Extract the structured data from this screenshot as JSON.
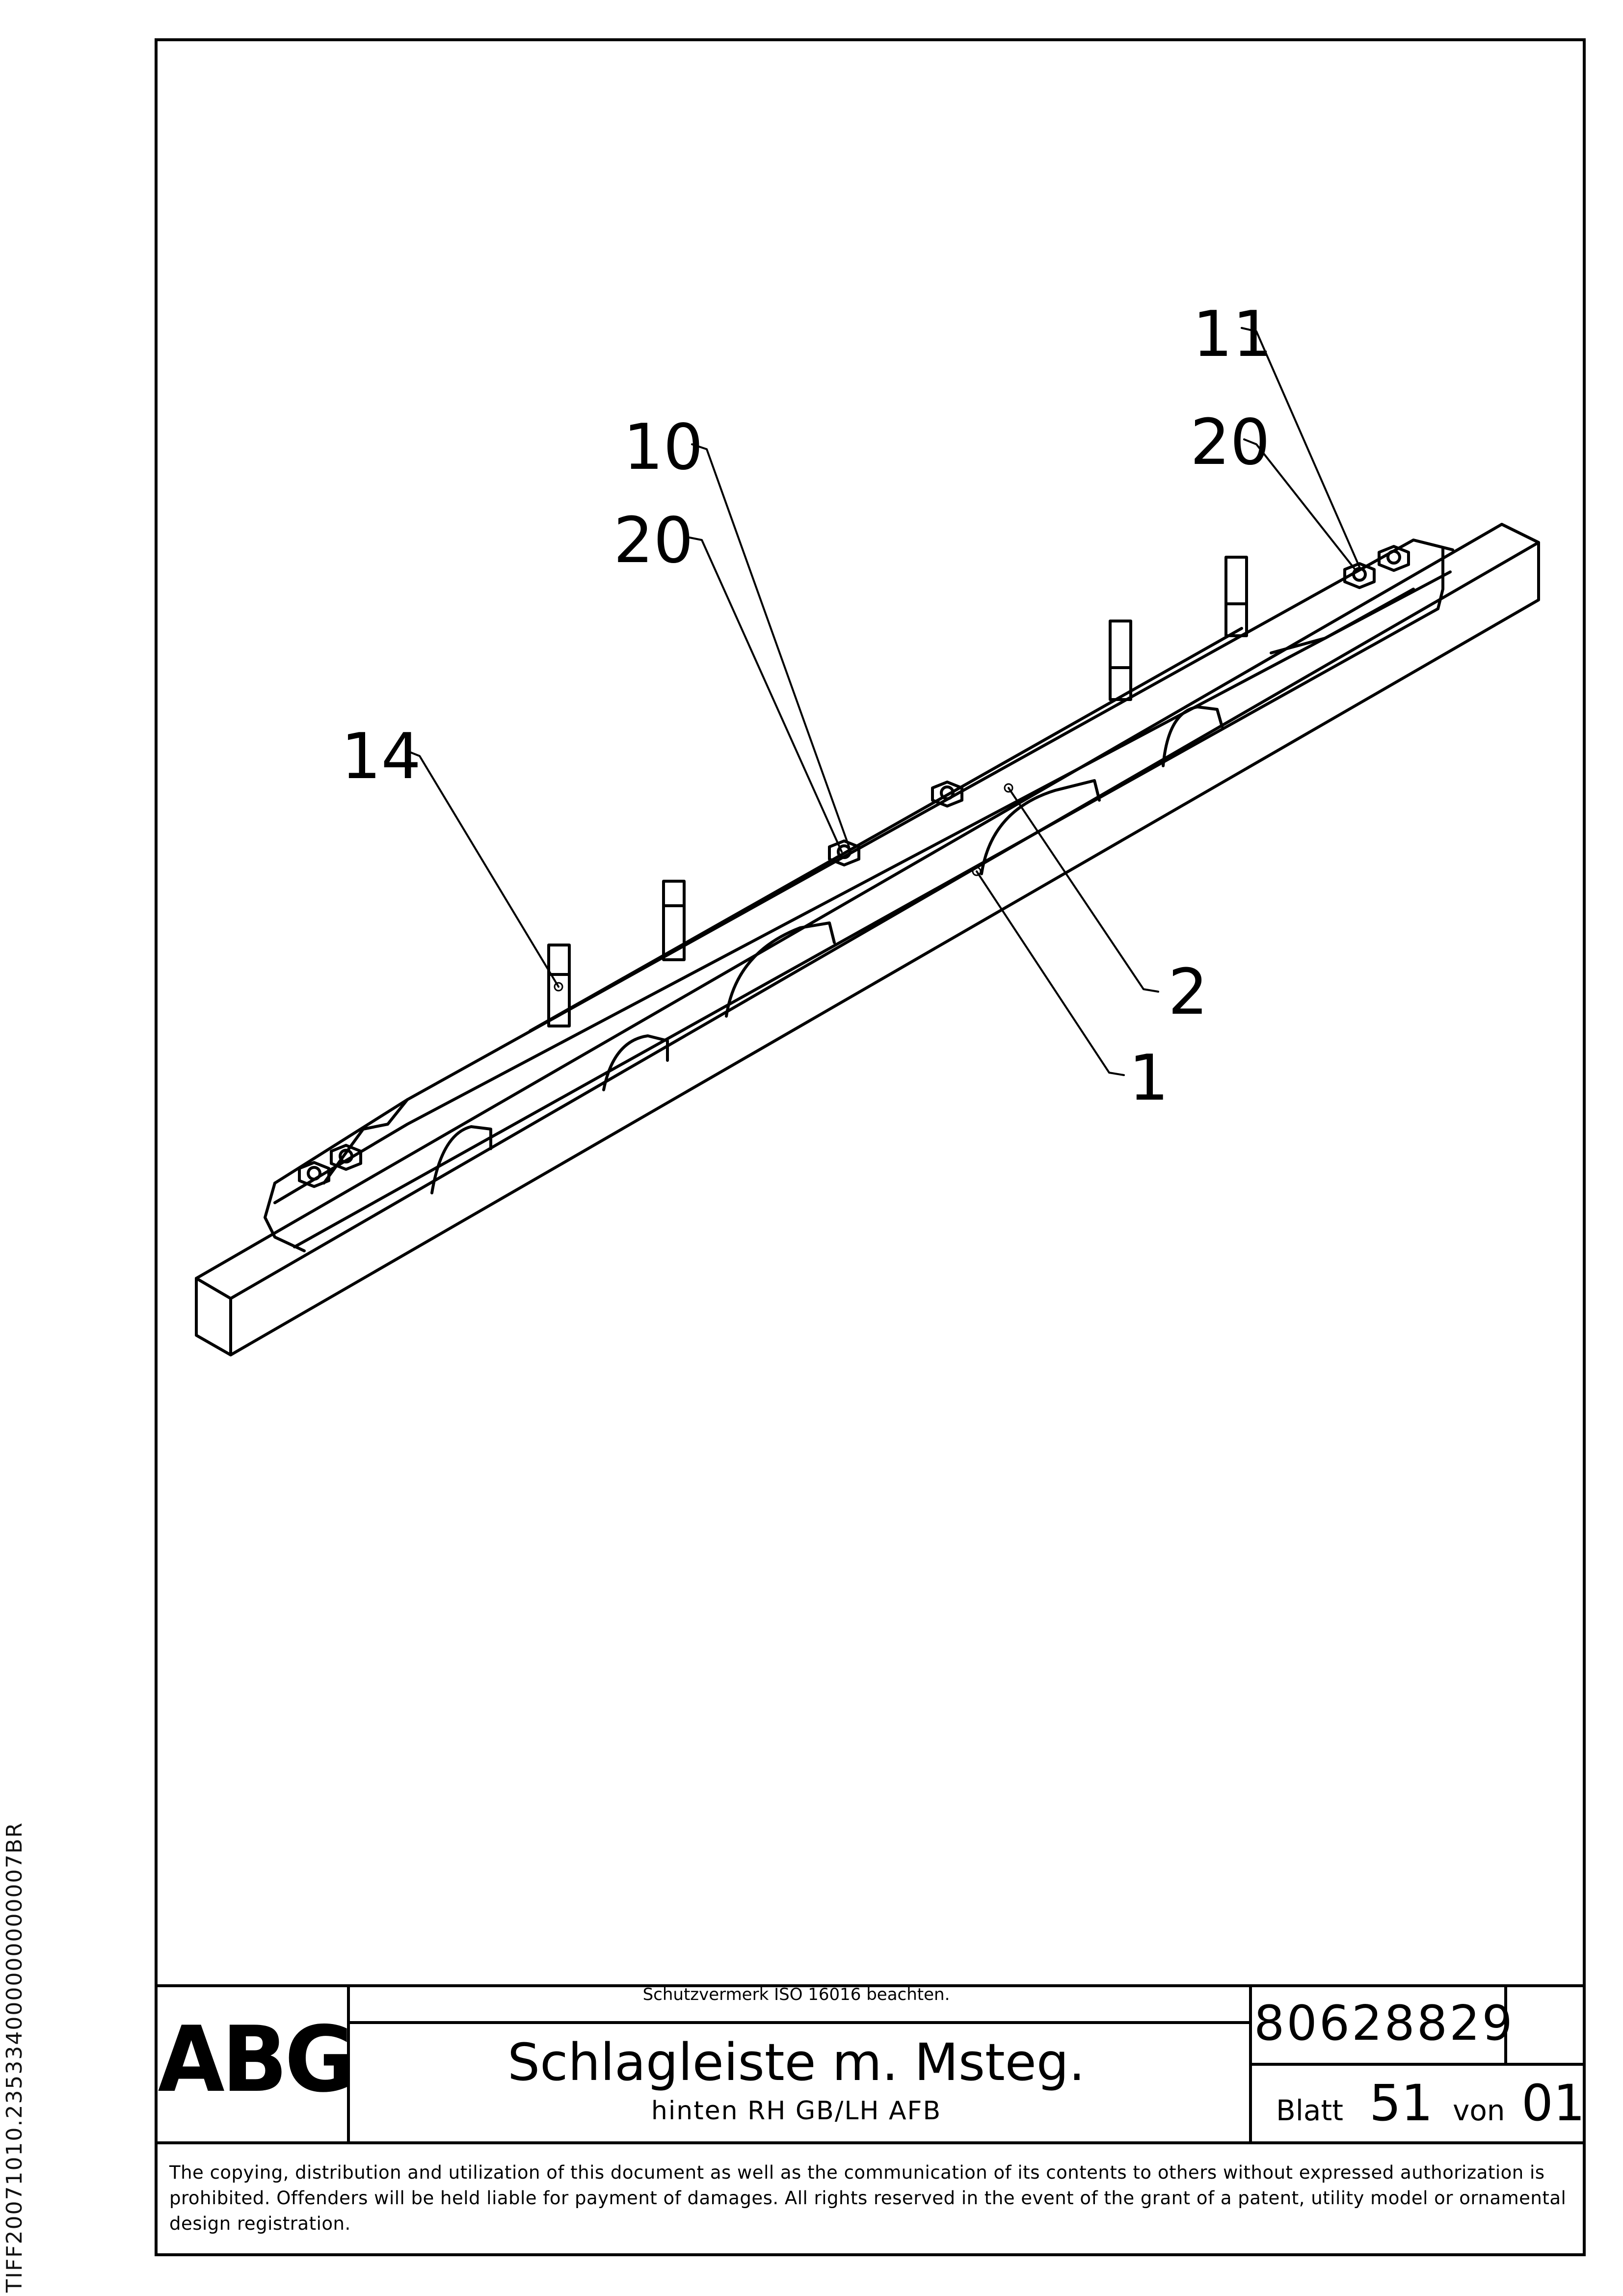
{
  "side_id": "TIFF20071010.235334000000000007BR",
  "callouts": {
    "c11": "11",
    "c20a": "20",
    "c10": "10",
    "c20b": "20",
    "c14": "14",
    "c2": "2",
    "c1": "1"
  },
  "title_block": {
    "logo": "ABG",
    "notice": "Schutzvermerk ISO 16016 beachten.",
    "title": "Schlagleiste m. Msteg.",
    "subtitle": "hinten RH GB/LH AFB",
    "doc_number": "80628829",
    "sheet_label": "Blatt",
    "sheet_number": "51",
    "of_label": "von",
    "of_number": "01"
  },
  "footer_text": "The copying, distribution and utilization of this document as well as the communication of its contents to others without expressed authorization is prohibited. Offenders will be held liable for payment of damages. All rights reserved in the event of the grant of a patent, utility model or ornamental design registration."
}
